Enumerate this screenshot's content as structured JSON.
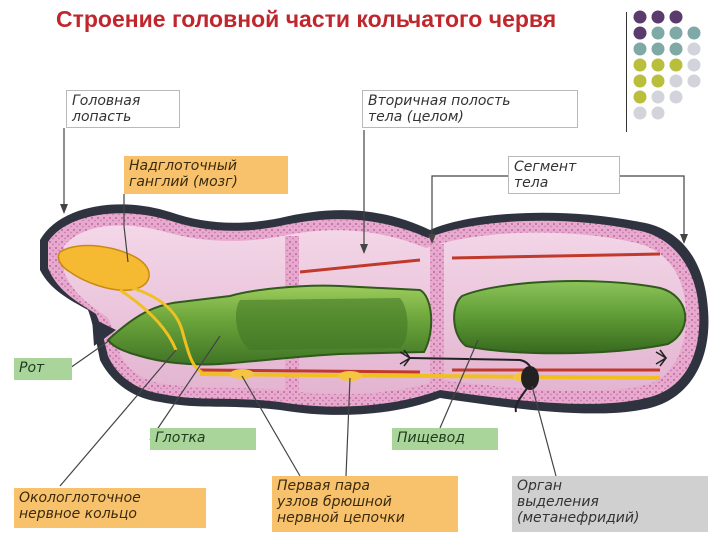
{
  "title": "Строение головной части кольчатого червя",
  "labels": {
    "head_lobe": "Головная\nлопасть",
    "ganglion": "Надглоточный\nганглий (мозг)",
    "coelom": "Вторичная полость\nтела (целом)",
    "segment": "Сегмент\nтела",
    "mouth": "Рот",
    "pharynx": "Глотка",
    "esophagus": "Пищевод",
    "ring": "Окологлоточное\nнервное кольцо",
    "nodes": "Первая пара\nузлов брюшной\nнервной цепочки",
    "organ": "Орган\nвыделения\n(метанефридий)"
  },
  "colors": {
    "title": "#c0272d",
    "dot_purple": "#5b3b6e",
    "dot_teal": "#7fa9a6",
    "dot_olive": "#b9bf3a",
    "dot_gray": "#d3d3db",
    "body_wall": "#c96fa8",
    "gut": "#6aa33a",
    "nerve": "#f0c020"
  }
}
